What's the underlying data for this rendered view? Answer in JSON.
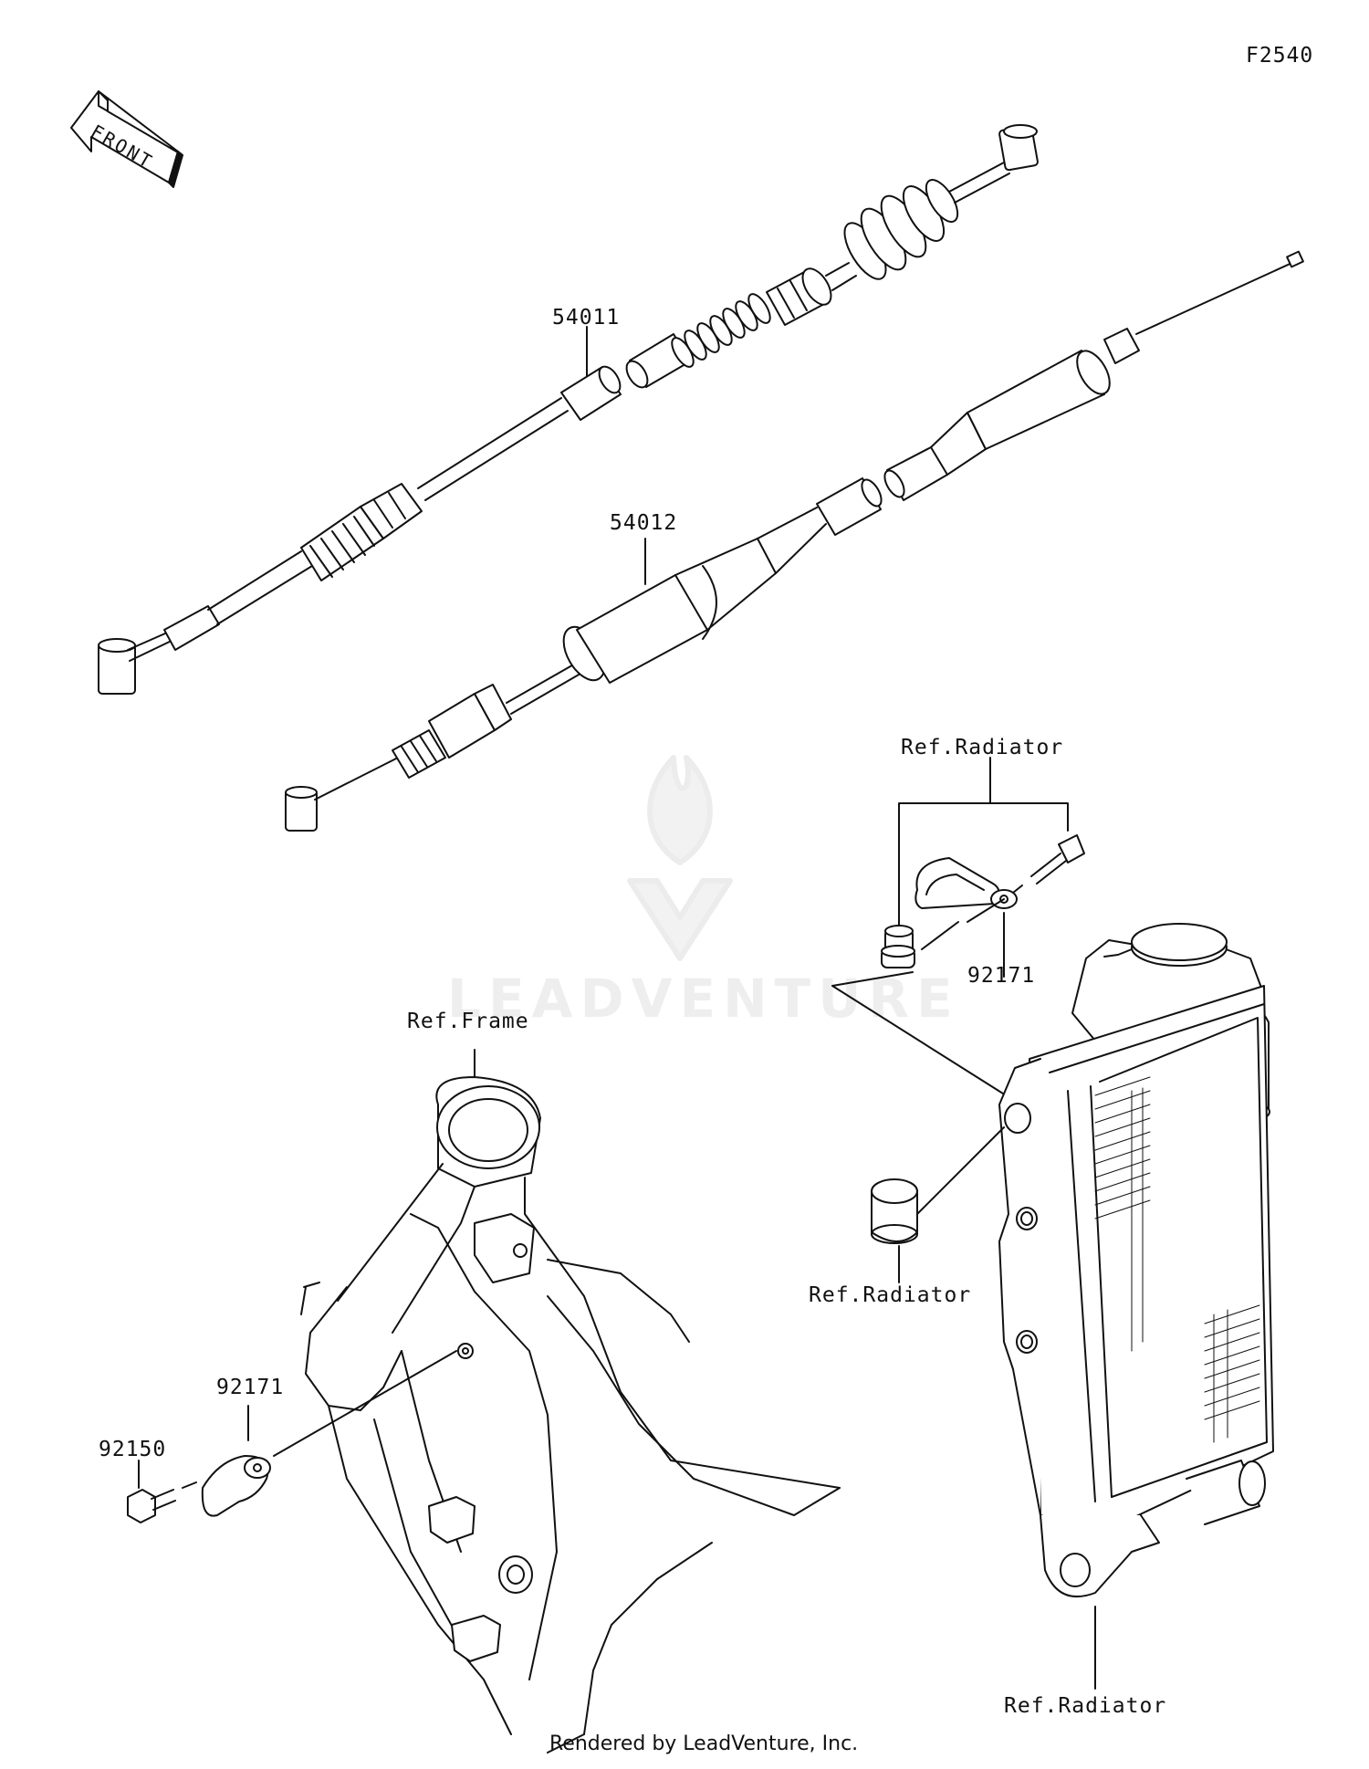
{
  "figure_code": "F2540",
  "direction_marker": "FRONT",
  "callouts": {
    "clutch_cable": "54011",
    "throttle_cable": "54012",
    "clamp_upper": "92171",
    "clamp_lower": "92171",
    "bolt": "92150"
  },
  "references": {
    "frame": "Ref.Frame",
    "radiator_top": "Ref.Radiator",
    "radiator_grommet": "Ref.Radiator",
    "radiator_bottom": "Ref.Radiator"
  },
  "watermark": "LEADVENTURE",
  "footer": "Rendered by LeadVenture, Inc."
}
